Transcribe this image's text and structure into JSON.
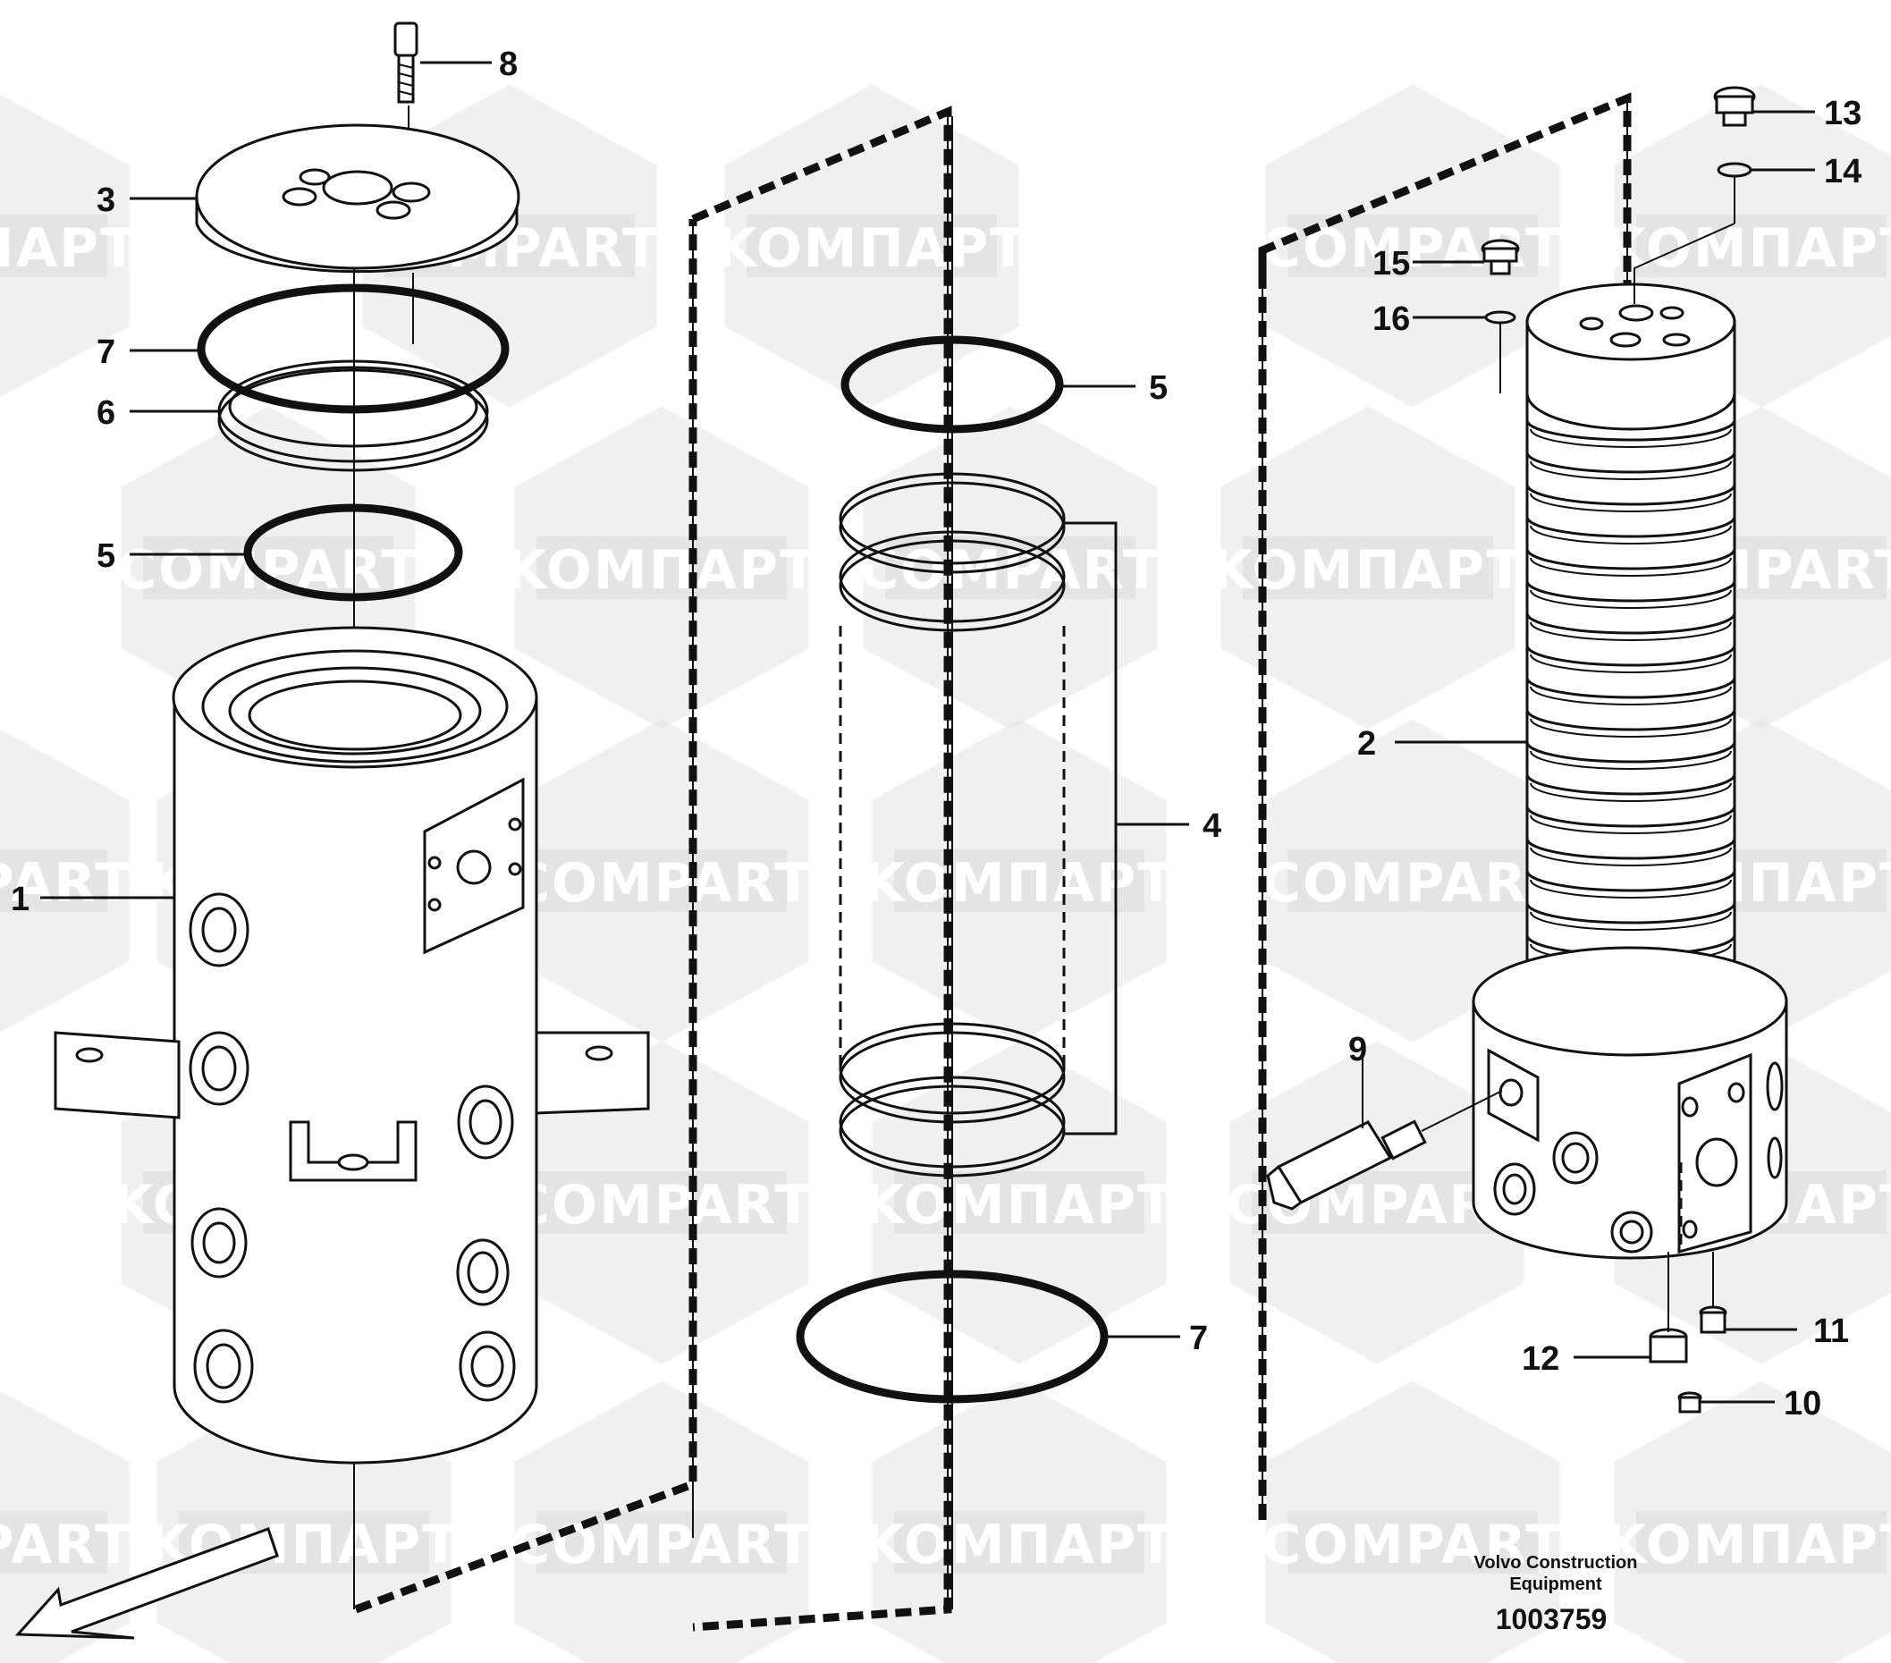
{
  "watermark": {
    "words": [
      "COMPART",
      "KOMПАРТ"
    ],
    "color": "#e4e4e4"
  },
  "callouts": [
    {
      "id": "c1",
      "label": "1"
    },
    {
      "id": "c2",
      "label": "2"
    },
    {
      "id": "c3",
      "label": "3"
    },
    {
      "id": "c4",
      "label": "4"
    },
    {
      "id": "c5a",
      "label": "5"
    },
    {
      "id": "c5b",
      "label": "5"
    },
    {
      "id": "c6",
      "label": "6"
    },
    {
      "id": "c7a",
      "label": "7"
    },
    {
      "id": "c7b",
      "label": "7"
    },
    {
      "id": "c8",
      "label": "8"
    },
    {
      "id": "c9",
      "label": "9"
    },
    {
      "id": "c10",
      "label": "10"
    },
    {
      "id": "c11",
      "label": "11"
    },
    {
      "id": "c12",
      "label": "12"
    },
    {
      "id": "c13",
      "label": "13"
    },
    {
      "id": "c14",
      "label": "14"
    },
    {
      "id": "c15",
      "label": "15"
    },
    {
      "id": "c16",
      "label": "16"
    }
  ],
  "footer": {
    "brand_line1": "Volvo Construction",
    "brand_line2": "Equipment",
    "drawing_number": "1003759"
  },
  "icons": {
    "direction_arrow": "direction-arrow-icon"
  }
}
